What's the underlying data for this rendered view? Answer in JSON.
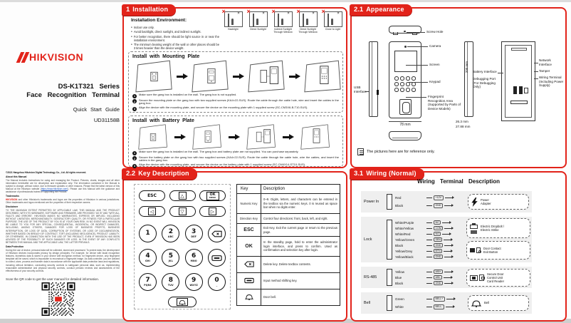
{
  "accent_red": "#e2231a",
  "cover": {
    "brand": "HIKVISION",
    "title_line1": "DS-K1T321 Series",
    "title_line2": "Face Recognition Terminal",
    "subtitle": "Quick Start Guide",
    "doc_code": "UD31158B",
    "legal": {
      "copyright": "©2021 Hangzhou Hikvision Digital Technology Co., Ltd. All rights reserved.",
      "about_heading": "About this Manual",
      "about_text": "The Manual includes instructions for using and managing the Product. Pictures, charts, images and all other information hereinafter are for description and explanation only. The information contained in the Manual is subject to change, without notice, due to firmware updates or other reasons. Please find the latest version of this Manual at the Hikvision website (",
      "website": "https://www.hikvision.com/",
      "about_text2": "). Please use this Manual with the guidance and assistance of professionals trained in supporting the Product.",
      "trademarks_heading": "Trademarks",
      "trademarks_text": " and other Hikvision's trademarks and logos are the properties of Hikvision in various jurisdictions. Other trademarks and logos mentioned are the properties of their respective owners.",
      "disclaimer_heading": "Disclaimer",
      "disclaimer_text": "TO THE MAXIMUM EXTENT PERMITTED BY APPLICABLE LAW, THIS MANUAL AND THE PRODUCT DESCRIBED, WITH ITS HARDWARE, SOFTWARE AND FIRMWARE, ARE PROVIDED \"AS IS\" AND \"WITH ALL FAULTS AND ERRORS\". HIKVISION MAKES NO WARRANTIES, EXPRESS OR IMPLIED, INCLUDING WITHOUT LIMITATION, MERCHANTABILITY, SATISFACTORY QUALITY, OR FITNESS FOR A PARTICULAR PURPOSE. THE USE OF THE PRODUCT BY YOU IS AT YOUR OWN RISK. IN NO EVENT WILL HIKVISION BE LIABLE TO YOU FOR ANY SPECIAL, CONSEQUENTIAL, INCIDENTAL, OR INDIRECT DAMAGES, INCLUDING, AMONG OTHERS, DAMAGES FOR LOSS OF BUSINESS PROFITS, BUSINESS INTERRUPTION, OR LOSS OF DATA, CORRUPTION OF SYSTEMS, OR LOSS OF DOCUMENTATION, WHETHER BASED ON BREACH OF CONTRACT, TORT (INCLUDING NEGLIGENCE), PRODUCT LIABILITY, OR OTHERWISE, IN CONNECTION WITH THE USE OF THE PRODUCT, EVEN IF HIKVISION HAS BEEN ADVISED OF THE POSSIBILITY OF SUCH DAMAGES OR LOSS. IN THE EVENT OF ANY CONFLICTS BETWEEN THIS MANUAL AND THE APPLICABLE LAW, THE LATTER PREVAILS.",
      "data_heading": "Data Protection",
      "data_text": "During the use of device, personal data will be collected, stored and processed. To protect data, the development of Hikvision devices incorporates privacy by design principles. For example, for device with facial recognition features, biometrics data is stored in your device with encryption method; for fingerprint device, only fingerprint template will be saved, which is impossible to reconstruct a fingerprint image. As data controller, you are advised to collect, store, process and transfer data in accordance with the applicable data protection laws and regulations, including without limitation, conducting security controls to safeguard personal data, such as, implementing reasonable administrative and physical security controls, conduct periodic reviews and assessments of the effectiveness of your security controls.",
      "qr_caption": "Scan the QR code to get the user manual for detailed information."
    }
  },
  "section1": {
    "badge_num": "1",
    "badge_label": "Installation",
    "env_heading": "Installation Environment:",
    "env_bullets": [
      "Indoor use only.",
      "Avoid backlight, direct sunlight, and indirect sunlight.",
      "For better recognition, there should be light source in or near the installation environment.",
      "The minimum bearing weight of the wall or other places should be 3 times heavier than the device weight."
    ],
    "env_icons": [
      {
        "label": "Backlight"
      },
      {
        "label": "Direct Sunlight"
      },
      {
        "label": "Indirect Sunlight Through Window"
      },
      {
        "label": "Direct Sunlight Through Window"
      },
      {
        "label": "Close to Light"
      }
    ],
    "mounting": {
      "heading": "Install with Mounting Plate",
      "steps": [
        {
          "n": "1",
          "text": "Make sure the gang box is installed on the wall. The gang box is not supplied."
        },
        {
          "n": "2",
          "text": "Secure the mounting plate on the gang box with two supplied screws (KA4×22-SUS). Route the cable through the cable hole, wire and insert the cables in the gang box."
        },
        {
          "n": "3",
          "text": "Align the device with the mounting plate, and secure the device on the mounting plate with 1 supplied screw (SC-CM3X6-B-T10-SUS)."
        }
      ]
    },
    "battery": {
      "heading": "Install with Battery Plate",
      "steps": [
        {
          "n": "1",
          "text": "Make sure the gang box is installed on the wall. The gang box and battery plate are not supplied. You can purchase separately."
        },
        {
          "n": "2",
          "text": "Secure the battery plate on the gang box with two supplied screws (KA4×22-SUS). Route the cable through the cable hole, wire the cables, and insert the cables in the gang box."
        },
        {
          "n": "3",
          "text": "Align the device with the mounting plate, and secure the device on the battery plate with 1 supplied screw (SC-CM4X14-ST10-SUS)."
        }
      ]
    }
  },
  "section21": {
    "badge_num": "2.1",
    "badge_label": "Appearance",
    "labels": {
      "screw_hole": "Screw Hole",
      "camera": "Camera",
      "screen": "Screen",
      "keypad": "Keypad",
      "usb": "USB\nInterface",
      "fingerprint": "Fingerprint Recognition Area (Supported by Parts of Device Models)",
      "width": "78 mm",
      "height": "200 mm",
      "depth1": "26.3 mm",
      "depth2": "27.88 mm",
      "battery_interface": "Battery Interface",
      "debugging_port": "Debugging Port\n(For Debugging\nOnly)",
      "network_interface": "Network\nInterface",
      "tamper": "Tamper",
      "wiring_terminal": "Wiring Terminal\n(Including Power\nSupply)"
    },
    "note": "The pictures here are for reference only."
  },
  "section22": {
    "badge_num": "2.2",
    "badge_label": "Key Description",
    "keypad": {
      "esc": "ESC",
      "up": "△",
      "ok": "OK",
      "ok_sub": "MENU",
      "left": "◁",
      "down": "▽",
      "right": "▷",
      "k1": "1",
      "k1s": "",
      "k2": "2",
      "k2s": "ABC",
      "k3": "3",
      "k3s": "DEF",
      "k4": "4",
      "k4s": "GHI",
      "k5": "5",
      "k5s": "JKL",
      "k6": "6",
      "k6s": "MNO",
      "k7": "7",
      "k7s": "PQRS",
      "k8": "8",
      "k8s": "TUV",
      "k9": "9",
      "k9s": "WXYZ",
      "k0": "0",
      "k0s": "_",
      "icons": {
        "delete": "backspace-icon",
        "input": "input-method-icon",
        "bell": "doorbell-icon"
      }
    },
    "table": {
      "col_key": "Key",
      "col_desc": "Description",
      "rows": [
        {
          "key": "Numeric Key",
          "desc": "0~9. Digits, letters, and characters can be entered in the textbox via the numeric keys. 0 is reused as space bar when no digits enter."
        },
        {
          "key": "Direction Key",
          "desc": "Control four directions: front, back, left, and right."
        },
        {
          "key": "ESC",
          "desc": "Exit Key. Exit the current page or return to the previous page."
        },
        {
          "key": "OK",
          "desc": "In the standby page, hold to enter the administrator login interface, and press to confirm. Used as confirmation and selection key after login."
        },
        {
          "key_icon": "backspace-icon",
          "desc": "Delete key. Delete textbox contents."
        },
        {
          "key_icon": "input-method-icon",
          "desc": "Input method shifting key."
        },
        {
          "key_icon": "doorbell-icon",
          "desc": "Door bell."
        }
      ]
    }
  },
  "section31": {
    "badge_num": "3.1",
    "badge_label": "Wiring (Normal)",
    "title": "Wiring Terminal Description",
    "groups": [
      {
        "name": "Power In",
        "wires": [
          {
            "color": "Red",
            "terminal": "+12V"
          },
          {
            "color": "Black",
            "terminal": "GND"
          }
        ],
        "device1": "Power\nAdapter"
      },
      {
        "name": "Lock",
        "wires": [
          {
            "color": "White/Purple",
            "terminal": "NC"
          },
          {
            "color": "White/Yellow",
            "terminal": "COM"
          },
          {
            "color": "White/Red",
            "terminal": "NO"
          },
          {
            "color": "Yellow/Green",
            "terminal": "SEN"
          },
          {
            "color": "Black",
            "terminal": "GND"
          },
          {
            "color": "Yellow/Grey",
            "terminal": "BTN"
          },
          {
            "color": "Yellow/Black",
            "terminal": "GND"
          }
        ],
        "device1": "Electric Dropbolt /\nElectric Strike",
        "device2": "Door Contact\nExit Button"
      },
      {
        "name": "RS-485",
        "wires": [
          {
            "color": "Yellow",
            "terminal": "485+"
          },
          {
            "color": "Blue",
            "terminal": "485-"
          },
          {
            "color": "Black",
            "terminal": "GND"
          }
        ],
        "device1": "Secure Door\nControl Unit\nCard Reader"
      },
      {
        "name": "Bell",
        "wires": [
          {
            "color": "Green",
            "terminal": "BELL+"
          },
          {
            "color": "White",
            "terminal": "BELL-"
          }
        ],
        "device1": "Bell"
      }
    ]
  }
}
